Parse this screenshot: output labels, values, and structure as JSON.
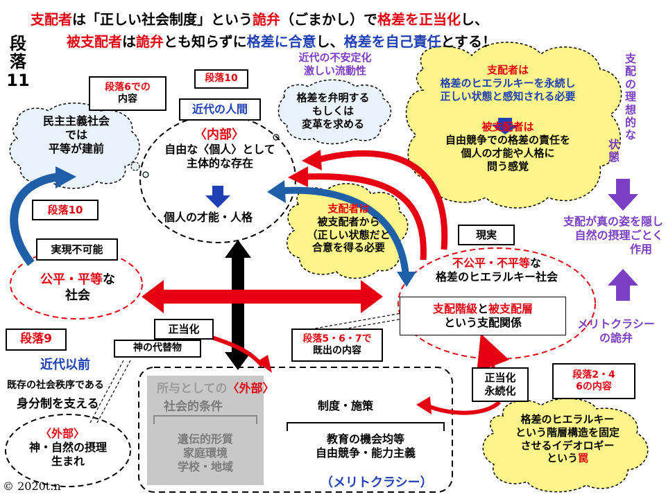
{
  "header": {
    "line1": {
      "a": "支配者",
      "b": "は「正しい社会制度」という",
      "c": "詭弁",
      "d": "（ごまかし）で",
      "e": "格差を正当化",
      "f": "し、"
    },
    "line2": {
      "a": "被支配者",
      "b": "は",
      "c": "詭弁",
      "d": "とも知らずに",
      "e": "格差に合意",
      "f": "し、",
      "g": "格差を自己責任",
      "h": "とする！"
    }
  },
  "side_title": {
    "line1": "段",
    "line2": "落",
    "line3": "11"
  },
  "left": {
    "cloud_democracy": [
      "民主主義社会",
      "では",
      "平等が建前"
    ],
    "ref_para6": [
      "段落6での",
      "内容"
    ],
    "ref_para10_left": "段落10",
    "impossible": "実現不可能",
    "fair_society": {
      "a": "公平・平等",
      "b": "な",
      "c": "社会"
    },
    "ref_para9": "段落9",
    "pre_modern": "近代以前",
    "existing": "既存の社会秩序である",
    "status": "身分制を支える",
    "outer_small": "〈外部〉",
    "outer_items": [
      "神・自然の摂理",
      "生まれ"
    ],
    "god_substitute": "神の代替物",
    "justify_small": "正当化"
  },
  "center": {
    "ref_para10": "段落10",
    "modern_human": "近代の人間",
    "inner": "〈内部〉",
    "inner_lines": [
      "自由な〈個人〉として",
      "主体的な存在"
    ],
    "individual": "個人の才能・人格",
    "unstable": [
      "近代の不安定化",
      "激しい流動性"
    ],
    "cloud_explain": [
      "格差を弁明する",
      "もしくは",
      "変革を求める"
    ],
    "consent": {
      "a": "支配者は",
      "b": "被支配者から",
      "c": "（正しい状態だと",
      "d": "合意を得る必要"
    }
  },
  "right": {
    "cloud_big": {
      "a": "支配者は",
      "b": "格差のヒエラルキーを永続し",
      "c": "正しい状態と感知される必要",
      "d": "被支配者は",
      "e": "自由競争での格差の責任を",
      "f": "個人の才能や人格に",
      "g": "問う感覚"
    },
    "ideal": [
      "支",
      "配",
      "の",
      "理",
      "想",
      "的",
      "な",
      "状",
      "態"
    ],
    "hide": [
      "支配が真の姿を隠し",
      "自然の摂理ごとく",
      "作用"
    ],
    "reality": "現実",
    "hier_society": {
      "a": "不公平・不平等",
      "b": "な",
      "c": "格差のヒエラルキー社会",
      "d": "支配階級",
      "e": "と",
      "f": "被支配層",
      "g": "という支配関係"
    },
    "meritocracy_sophistry": [
      "メリトクラシー",
      "の詭弁"
    ],
    "ref_para2_4": [
      "段落2・4",
      "6の内容"
    ],
    "ref_para5_7": [
      "段落5・6・7で",
      "既出の内容"
    ],
    "justify_perpetuate": [
      "正当化",
      "永続化"
    ],
    "cloud_ideology": {
      "a": "格差のヒエラルキー",
      "b": "という階層構造を固定",
      "c": "させるイデオロギー",
      "d": "という",
      "e": "罠"
    }
  },
  "bottom": {
    "given_outer": {
      "a": "所与としての",
      "b": "〈外部〉"
    },
    "social_cond": "社会的条件",
    "gray_items": [
      "遺伝的形質",
      "家庭環境",
      "学校・地域"
    ],
    "system": "制度・施策",
    "system_items": [
      "教育の機会均等",
      "自由競争・能力主義"
    ],
    "meritocracy": "（メリトクラシー）"
  },
  "copyright": "© 2020t.n",
  "colors": {
    "red": "#e60012",
    "blue": "#1f3fb4",
    "purple": "#7a3fc4",
    "cloud": "#fff58a",
    "gray": "#c8c8c8"
  }
}
